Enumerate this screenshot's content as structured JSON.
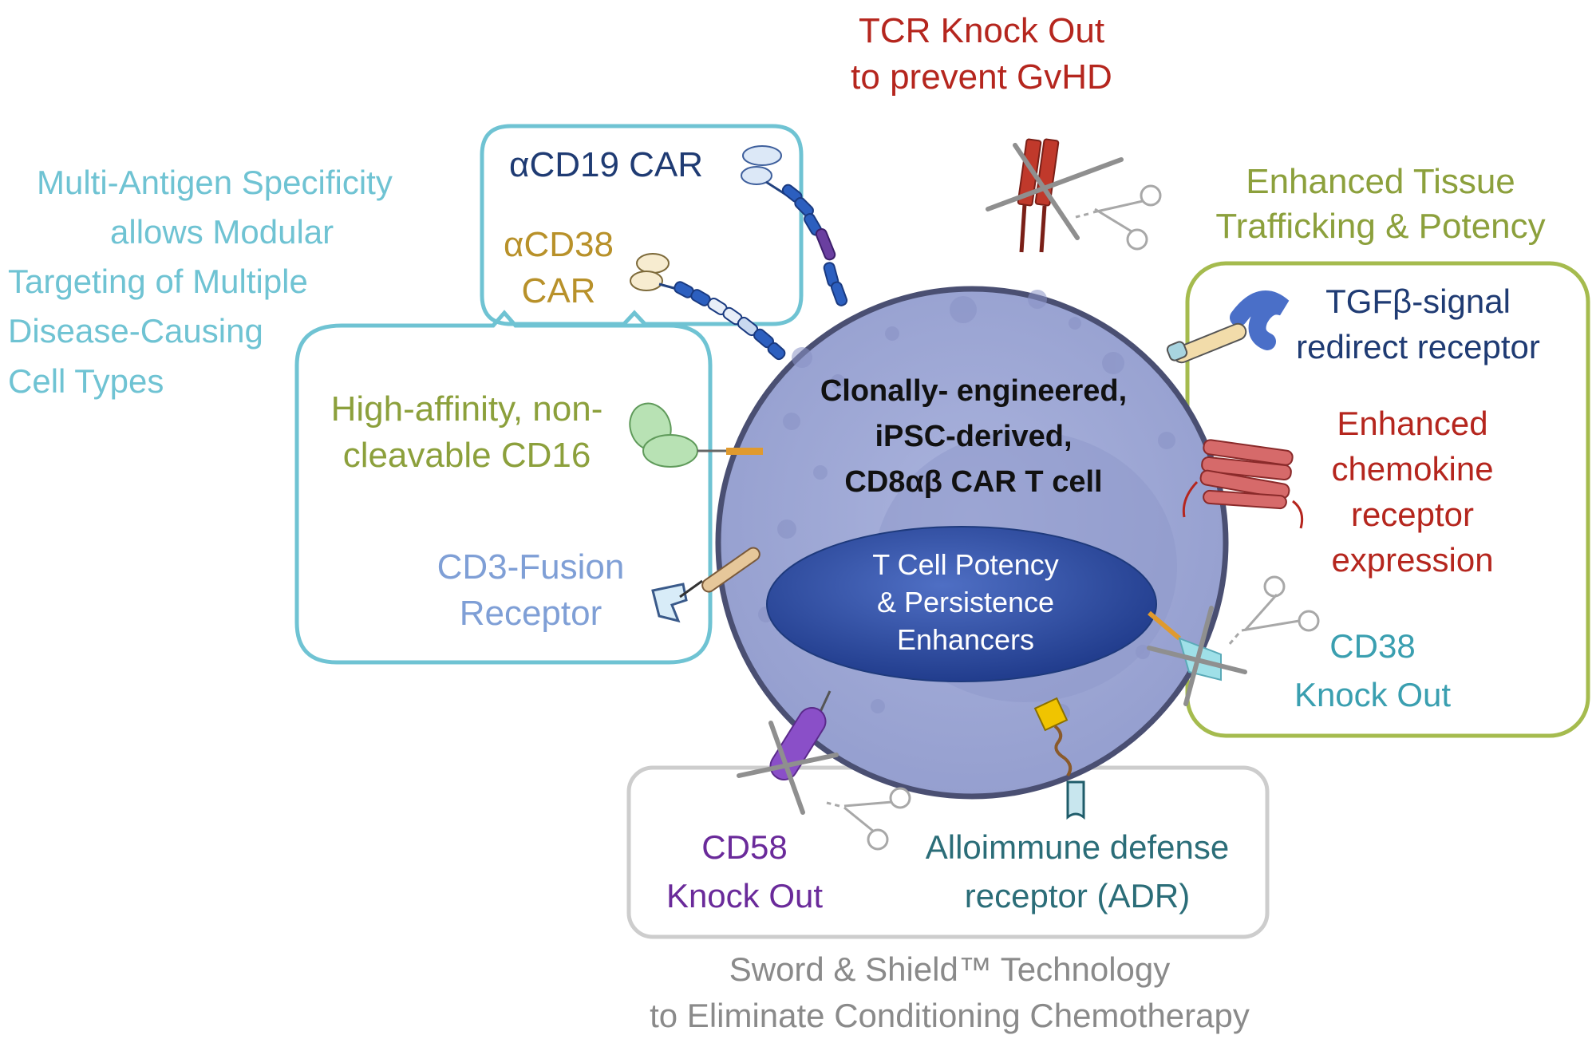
{
  "header": {
    "lines": [
      "TCR Knock Out",
      "to prevent GvHD"
    ],
    "color": "#b5261e"
  },
  "left_title": {
    "lines": [
      "Multi-Antigen Specificity",
      "allows Modular",
      "Targeting of Multiple",
      "Disease-Causing",
      "Cell Types"
    ],
    "color": "#6fc3d3"
  },
  "car_box": {
    "cd19": "αCD19 CAR",
    "cd38": [
      "αCD38",
      "CAR"
    ],
    "cd19_color": "#1f3b73",
    "cd38_color": "#b8912a",
    "border_color": "#6fc3d3"
  },
  "left_box": {
    "cd16": [
      "High-affinity, non-",
      "cleavable CD16"
    ],
    "cd16_color": "#8ca03c",
    "cd3": [
      "CD3-Fusion",
      "Receptor"
    ],
    "cd3_color": "#7f9fd6"
  },
  "cell": {
    "title": [
      "Clonally- engineered,",
      "iPSC-derived,",
      "CD8αβ CAR T cell"
    ],
    "nucleus": [
      "T Cell Potency",
      "& Persistence",
      "Enhancers"
    ],
    "cell_color": "#a3acd8",
    "nucleus_color": "#2e4d9e"
  },
  "right_title": {
    "lines": [
      "Enhanced Tissue",
      "Trafficking & Potency"
    ],
    "color": "#8ca03c"
  },
  "right_box": {
    "tgfb": [
      "TGFβ-signal",
      "redirect receptor"
    ],
    "tgfb_color": "#1f3b73",
    "chemokine": [
      "Enhanced",
      "chemokine",
      "receptor",
      "expression"
    ],
    "chemokine_color": "#b5261e",
    "cd38ko": [
      "CD38",
      "Knock Out"
    ],
    "cd38ko_color": "#3a9fb0",
    "border_color": "#a5bb4e"
  },
  "bottom_box": {
    "cd58": [
      "CD58",
      "Knock Out"
    ],
    "cd58_color": "#6a2a9a",
    "adr": [
      "Alloimmune defense",
      "receptor (ADR)"
    ],
    "adr_color": "#2b6d78",
    "border_color": "#c8c8c8"
  },
  "footer": {
    "lines": [
      "Sword & Shield™ Technology",
      "to Eliminate Conditioning Chemotherapy"
    ],
    "color": "#8a8a8a"
  }
}
